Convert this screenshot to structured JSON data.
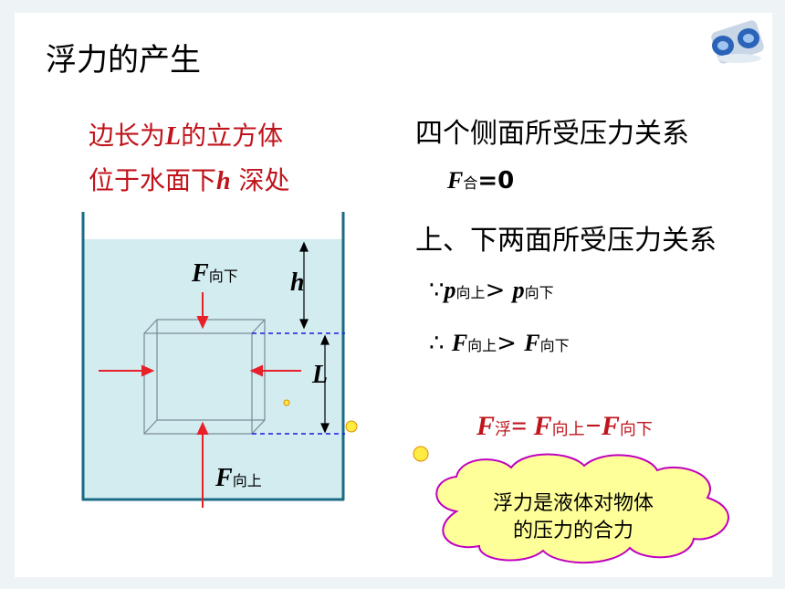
{
  "slide": {
    "title": "浮力的产生",
    "subject_line1_a": "边长为",
    "subject_line1_var": "L",
    "subject_line1_b": "的立方体",
    "subject_line2_a": "位于水面下",
    "subject_line2_var": "h",
    "subject_line2_b": " 深处",
    "side_heading": "四个侧面所受压力关系",
    "f_sym": "F",
    "f_he_sub": "合",
    "f_he_value": "=0",
    "tb_heading": "上、下两面所受压力关系",
    "because": "∵",
    "p_sym": "p",
    "sub_up": "向上",
    "sub_down": "向下",
    "gt": "> ",
    "therefore": "∴ ",
    "sub_fu": "浮",
    "eq": "= ",
    "minus": "−",
    "dim_h": "h",
    "dim_L": "L",
    "cloud_line1": "浮力是液体对物体",
    "cloud_line2": "的压力的合力"
  },
  "icons": [
    "binoculars-icon"
  ],
  "colors": {
    "accent_red": "#c0141c",
    "water": "#d2ecf0",
    "cloud_fill": "#ffff99",
    "cloud_stroke": "#c000c0",
    "arrow_red": "#e8202a",
    "dashed_blue": "#1a1ae0",
    "bubble_yellow": "#ffec40"
  }
}
